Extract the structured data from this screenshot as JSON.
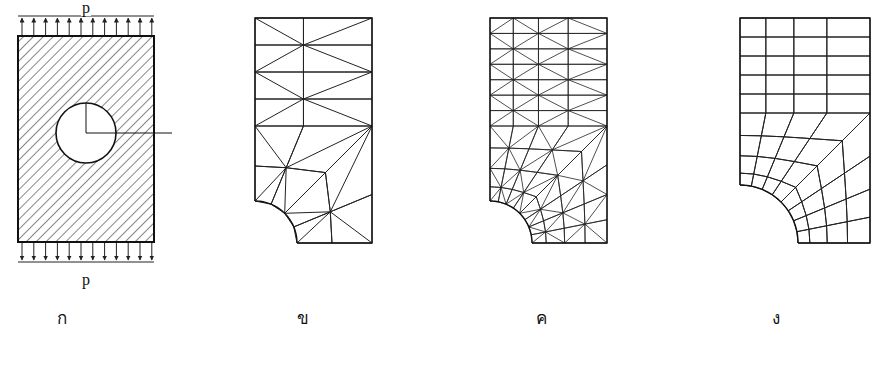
{
  "diagram": {
    "labels": [
      "p",
      "p",
      "ก",
      "ข",
      "ค",
      "ง"
    ]
  }
}
